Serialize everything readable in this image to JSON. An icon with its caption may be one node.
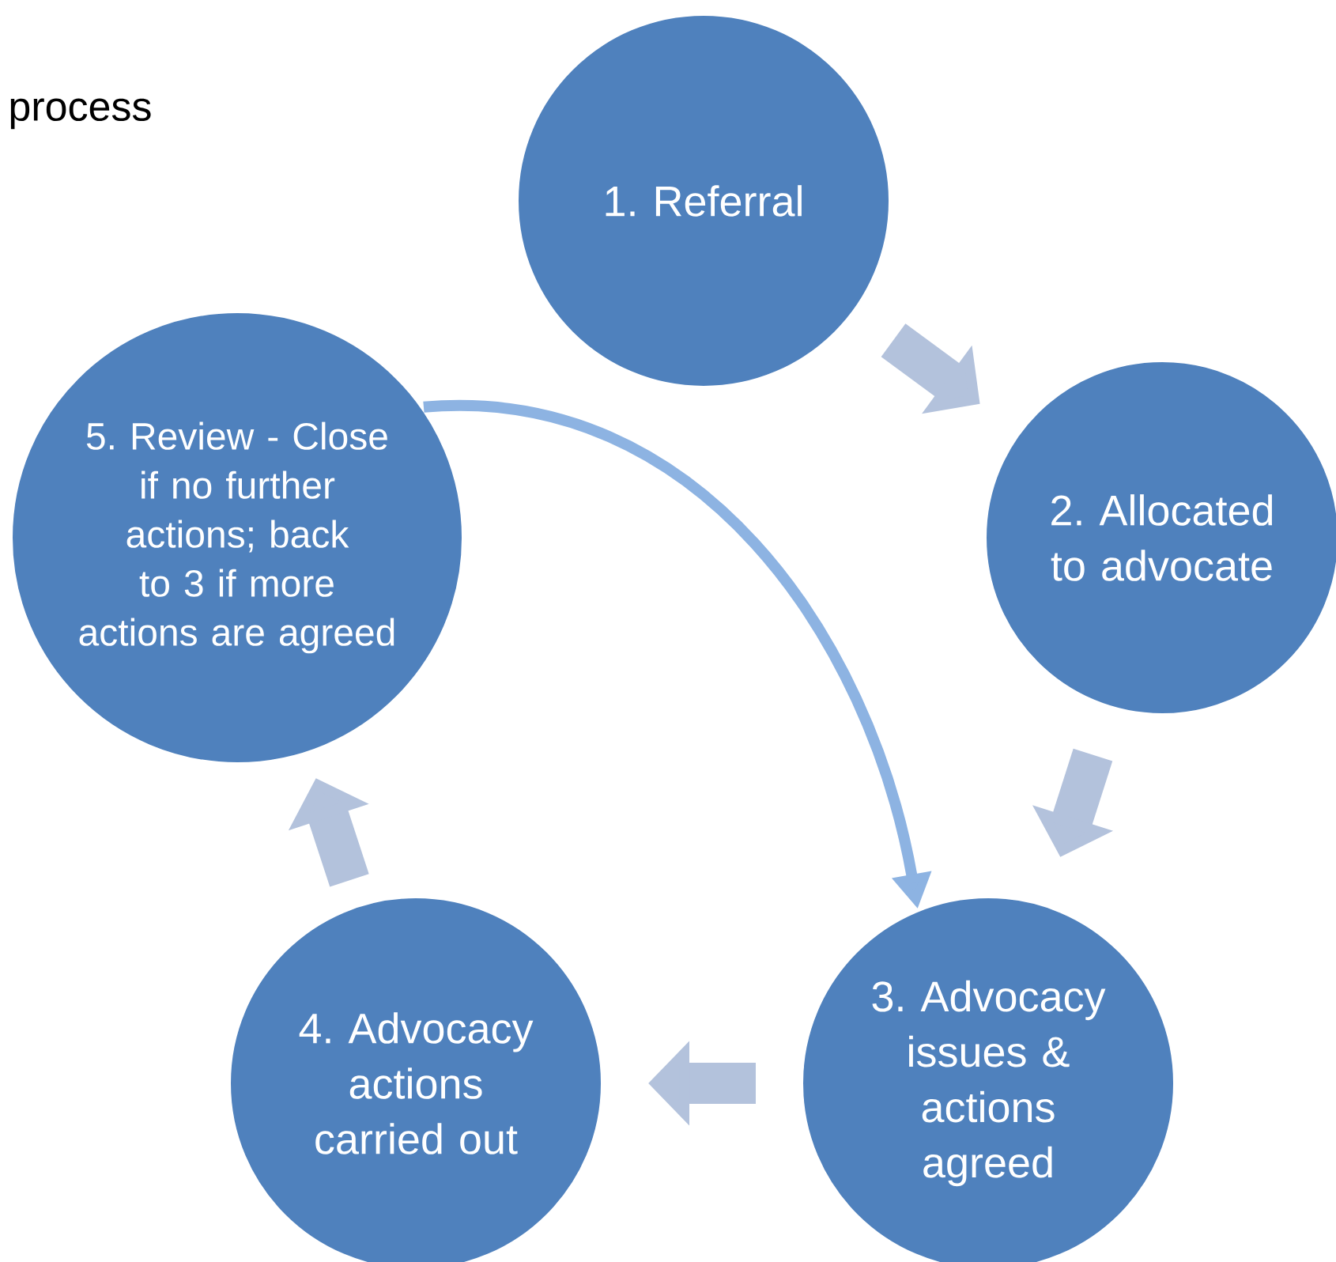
{
  "diagram": {
    "title": "process",
    "nodes": [
      {
        "text": [
          "1. Referral"
        ]
      },
      {
        "text": [
          "2. Allocated to advocate"
        ]
      },
      {
        "text": [
          "3. Advocacy issues & actions agreed"
        ]
      },
      {
        "text": [
          "4. Advocacy actions carried out"
        ]
      },
      {
        "text": [
          "5. Review - Close if no further actions; back to 3 if more actions are agreed"
        ]
      }
    ],
    "edges": [
      {
        "from": 0,
        "to": 1,
        "arrow": "to"
      },
      {
        "from": 1,
        "to": 2,
        "arrow": "to"
      },
      {
        "from": 2,
        "to": 3,
        "arrow": "to"
      },
      {
        "from": 3,
        "to": 4,
        "arrow": "to"
      },
      {
        "from": 4,
        "to": 2,
        "arrow": "to",
        "color": "#8db3e2"
      }
    ]
  }
}
